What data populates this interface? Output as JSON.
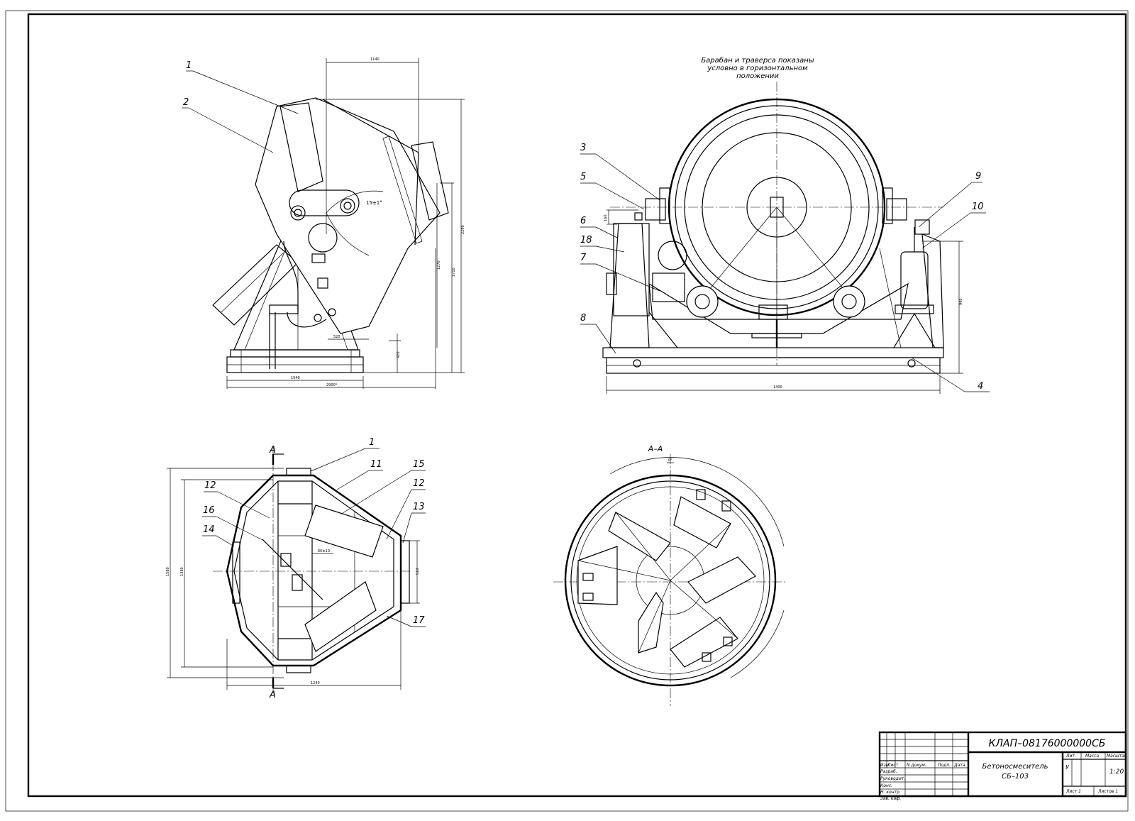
{
  "note": {
    "line1": "Барабан и траверса показаны",
    "line2": "условно в горизонтальном",
    "line3": "положении"
  },
  "section_label": "А–А",
  "cut_marks": {
    "top": "А",
    "bottom": "А"
  },
  "callouts": {
    "side_view": [
      "1",
      "2"
    ],
    "front_view_left": [
      "3",
      "5",
      "6",
      "18",
      "7",
      "8"
    ],
    "front_view_right": [
      "9",
      "10",
      "4"
    ],
    "drum_section": [
      "1",
      "11",
      "15",
      "12",
      "13",
      "12",
      "16",
      "14",
      "17"
    ]
  },
  "dimensions": {
    "side_top": "1140",
    "side_right_a": "2290",
    "side_right_b": "1710",
    "side_right_c": "1270",
    "side_angle": "15±1°",
    "side_bottom_a": "1540",
    "side_bottom_b": "2900*",
    "side_small_a": "420",
    "side_small_b": "520",
    "front_bottom": "1400",
    "front_right": "940",
    "front_left": "160",
    "drum_height_a": "1580",
    "drum_height_b": "1380",
    "drum_bottom": "1240",
    "drum_outlet": "510",
    "drum_angle": "60±10",
    "section_top": "0°"
  },
  "title_block": {
    "doc_code": "КЛАП–08176000000СБ",
    "name_line1": "Бетоносмеситель",
    "name_line2": "СБ–103",
    "header_lit": "Лит.",
    "header_mass": "Масса",
    "header_scale": "Масштаб",
    "lit_value": "У",
    "scale_value": "1:20",
    "sheet": "Лист 1",
    "sheets": "Листов 1",
    "row_labels": [
      "Изм.",
      "Лист",
      "N докум.",
      "Подп.",
      "Дата"
    ],
    "role_labels": [
      "Разраб.",
      "Руководит.",
      "Конс.",
      "Н. контр.",
      "Зав. каф."
    ]
  }
}
